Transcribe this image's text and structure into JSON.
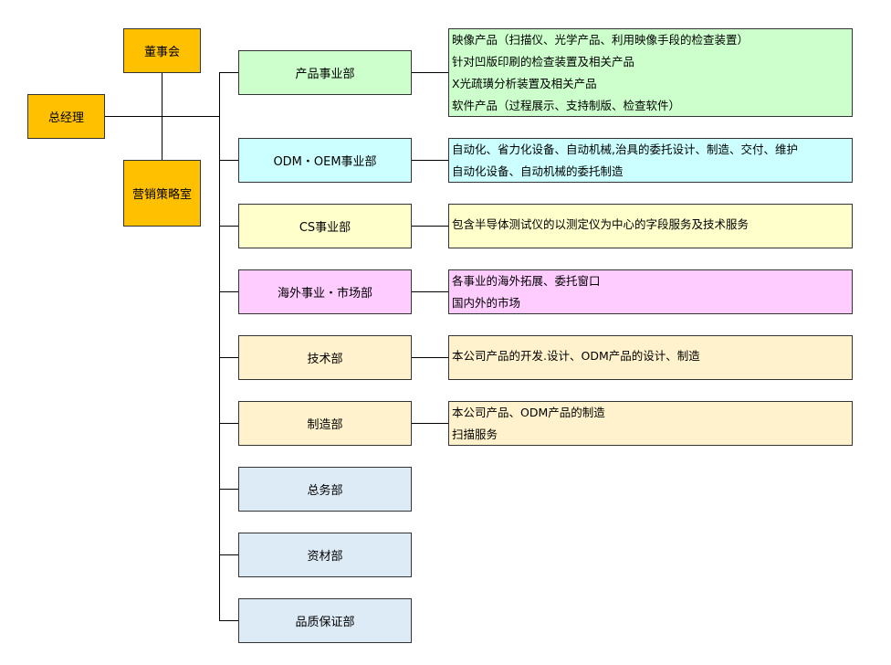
{
  "colors": {
    "gold": "#FFC000",
    "green": "#CCFFCC",
    "cyan": "#CCFFFF",
    "yellow": "#FFFFCC",
    "pink": "#FFCCFF",
    "beige": "#FFF2CC",
    "blue": "#DDEBF7"
  },
  "top": {
    "ceo": "总经理",
    "board": "董事会",
    "strategy": "营销策略室"
  },
  "departments": [
    {
      "name": "产品事业部",
      "lines": [
        "映像产品（扫描仪、光学产品、利用映像手段的检查装置）",
        "针对凹版印刷的检查装置及相关产品",
        "X光疏璜分析装置及相关产品",
        "软件产品（过程展示、支持制版、检查软件）"
      ]
    },
    {
      "name": "ODM・OEM事业部",
      "lines": [
        "自动化、省力化设备、自动机械,治具的委托设计、制造、交付、维护",
        "自动化设备、自动机械的委托制造"
      ]
    },
    {
      "name": "CS事业部",
      "lines": [
        "包含半导体测试仪的以测定仪为中心的字段服务及技术服务"
      ]
    },
    {
      "name": "海外事业・市场部",
      "lines": [
        "各事业的海外拓展、委托窗口",
        "国内外的市场"
      ]
    },
    {
      "name": "技术部",
      "lines": [
        "本公司产品的开发.设计、ODM产品的设计、制造"
      ]
    },
    {
      "name": "制造部",
      "lines": [
        "本公司产品、ODM产品的制造",
        "扫描服务"
      ]
    },
    {
      "name": "总务部",
      "lines": []
    },
    {
      "name": "资材部",
      "lines": []
    },
    {
      "name": "品质保证部",
      "lines": []
    }
  ]
}
